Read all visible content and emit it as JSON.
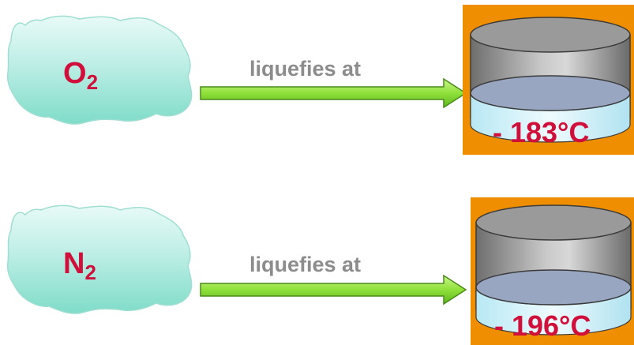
{
  "rows": [
    {
      "gas": {
        "symbol": "O",
        "subscript": "2"
      },
      "arrow_caption": "liquefies at",
      "temperature": "- 183°C"
    },
    {
      "gas": {
        "symbol": "N",
        "subscript": "2"
      },
      "arrow_caption": "liquefies at",
      "temperature": "- 196°C"
    }
  ],
  "colors": {
    "label_red": "#d0103a",
    "caption_gray": "#8c8c8c",
    "cloud_fill": "#b9ece4",
    "arrow_green": "#8fe03a",
    "container_bg": "#ef8f00",
    "cylinder_gray": "#a6a6a6",
    "liquid_blue": "#d8f4fb"
  }
}
